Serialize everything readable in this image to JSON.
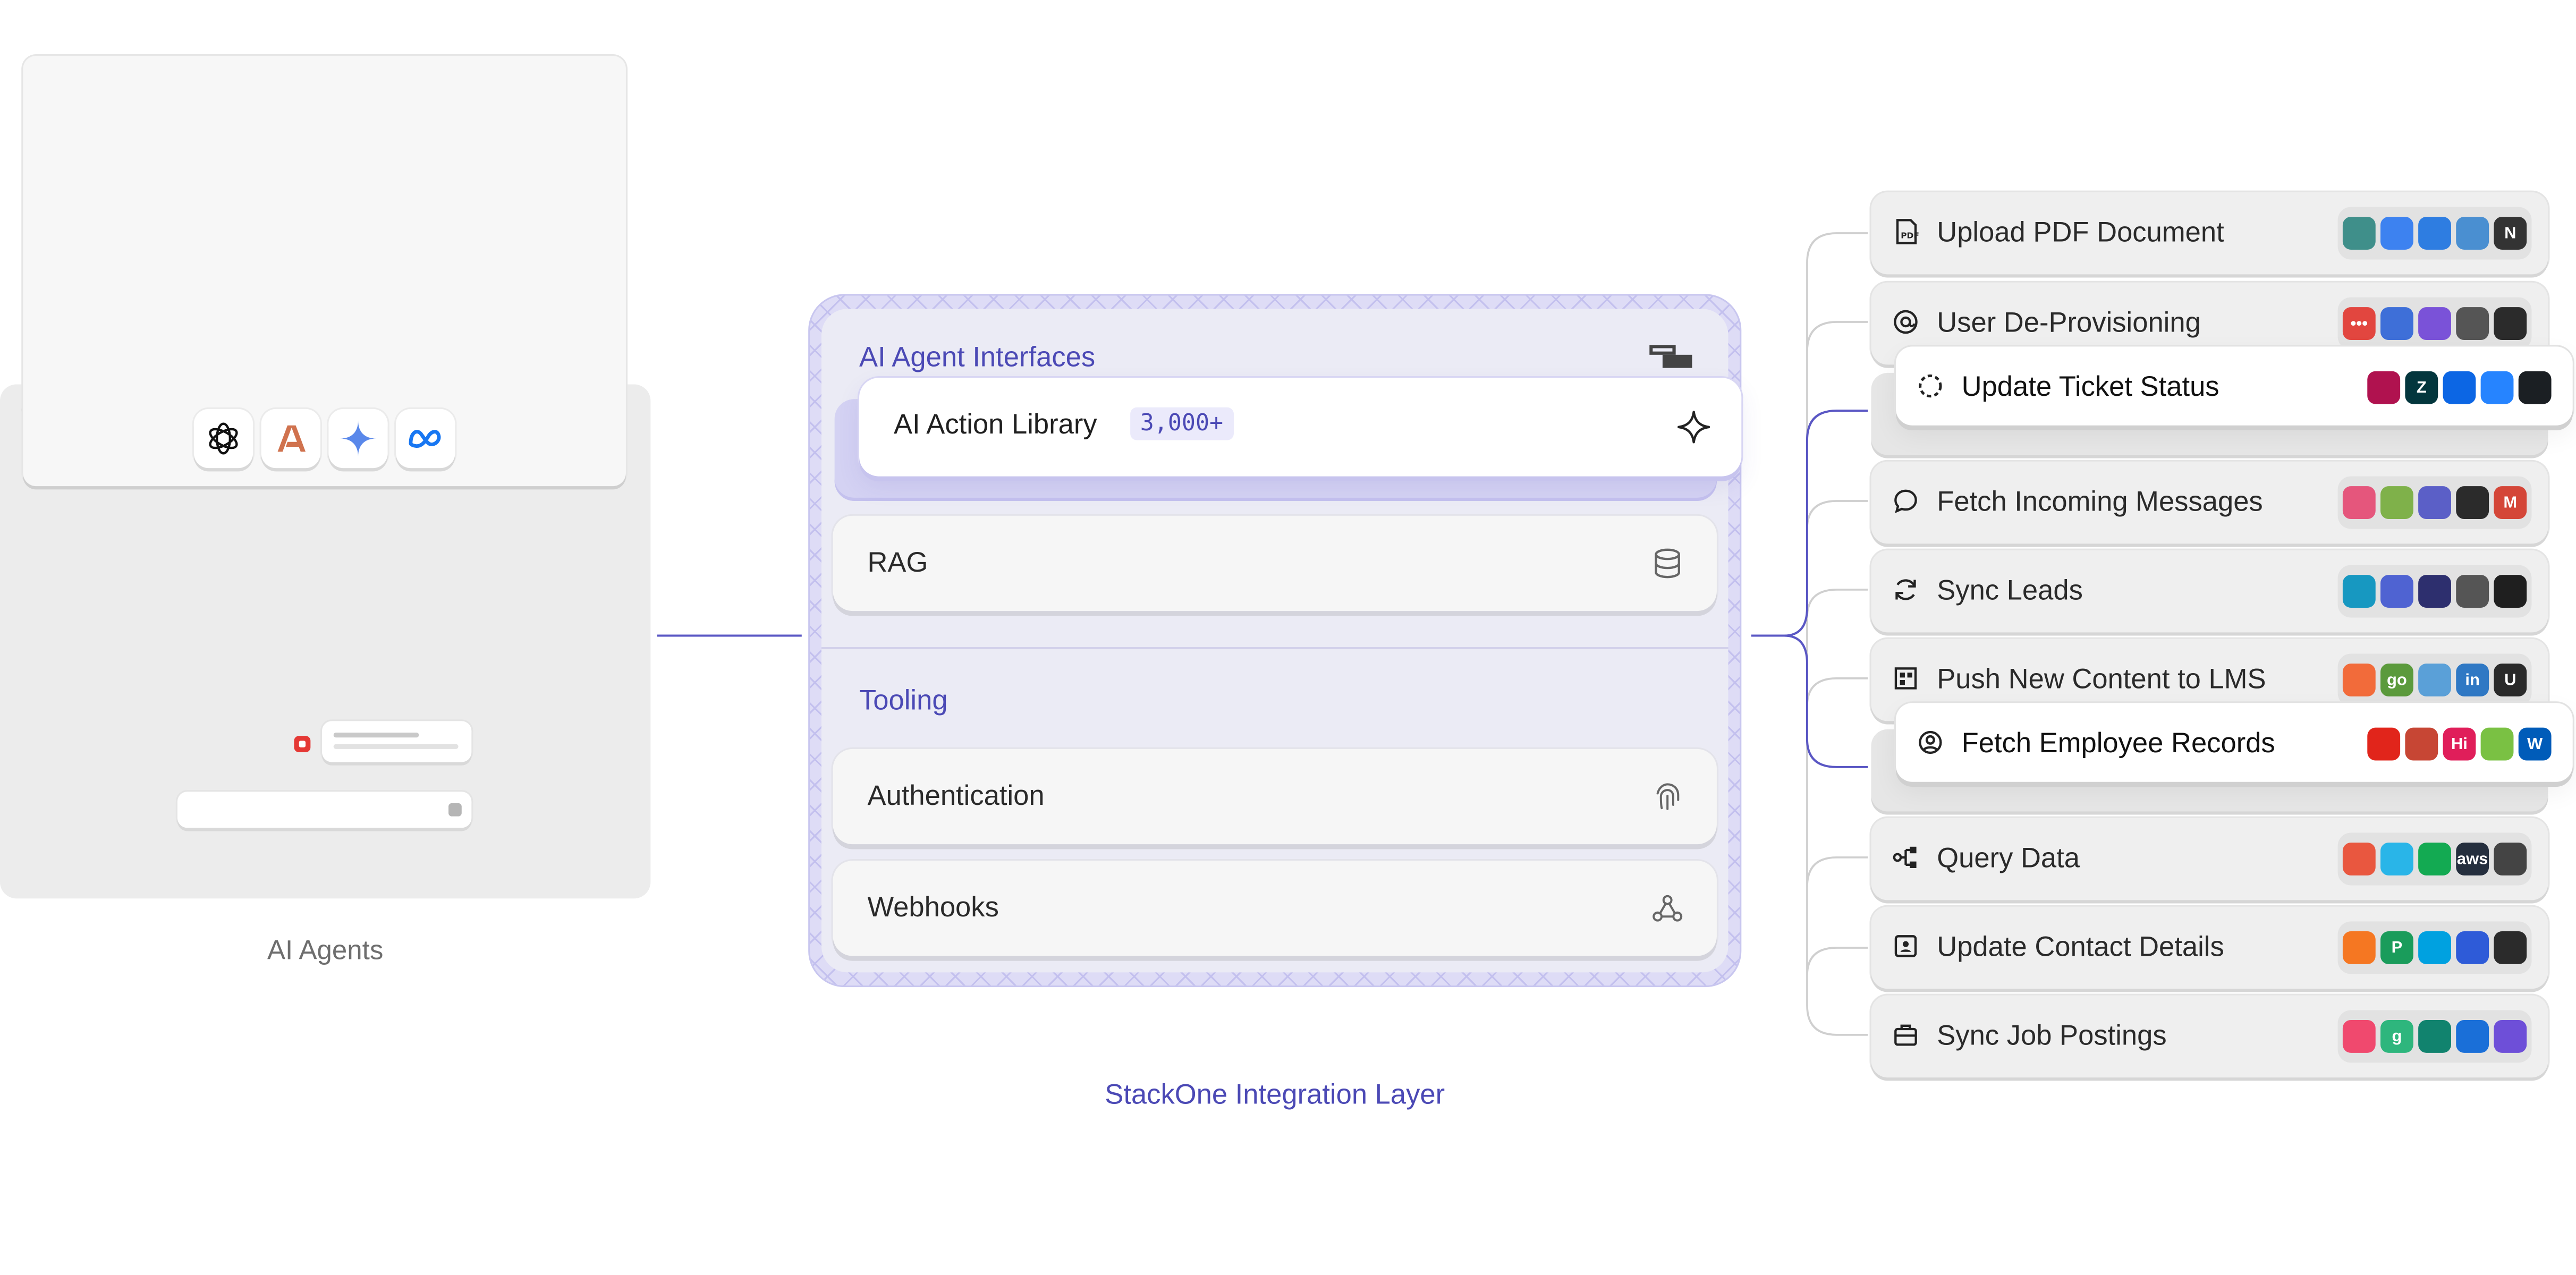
{
  "agents": {
    "caption": "AI Agents",
    "models": [
      {
        "icon": "openai-icon"
      },
      {
        "icon": "anthropic-icon"
      },
      {
        "icon": "gemini-icon"
      },
      {
        "icon": "meta-icon"
      }
    ]
  },
  "layer": {
    "caption": "StackOne Integration Layer",
    "interfaces_title": "AI Agent Interfaces",
    "library_label": "AI Action Library",
    "library_badge": "3,000+",
    "rag_label": "RAG",
    "tooling_title": "Tooling",
    "auth_label": "Authentication",
    "webhooks_label": "Webhooks"
  },
  "actions": [
    {
      "label": "Upload PDF Document",
      "icon": "pdf-icon",
      "highlight": false,
      "logos": [
        {
          "c": "#3f8f8a",
          "t": ""
        },
        {
          "c": "#3d82f0",
          "t": ""
        },
        {
          "c": "#2e7de1",
          "t": ""
        },
        {
          "c": "#4a8fd1",
          "t": ""
        },
        {
          "c": "#333333",
          "t": "N"
        }
      ]
    },
    {
      "label": "User De-Provisioning",
      "icon": "user-at-icon",
      "highlight": false,
      "logos": [
        {
          "c": "#e2463f",
          "t": "•••"
        },
        {
          "c": "#3e6fd8",
          "t": ""
        },
        {
          "c": "#7a52d8",
          "t": ""
        },
        {
          "c": "#555555",
          "t": ""
        },
        {
          "c": "#2b2b2b",
          "t": ""
        }
      ]
    },
    {
      "label": "Update Ticket Status",
      "icon": "dashed-circle-icon",
      "highlight": true,
      "logos": [
        {
          "c": "#b0124f",
          "t": ""
        },
        {
          "c": "#03363d",
          "t": "Z"
        },
        {
          "c": "#0c66e4",
          "t": ""
        },
        {
          "c": "#2684ff",
          "t": ""
        },
        {
          "c": "#1b1f23",
          "t": ""
        }
      ]
    },
    {
      "label": "Fetch Incoming Messages",
      "icon": "chat-bubble-icon",
      "highlight": false,
      "logos": [
        {
          "c": "#e5567c",
          "t": ""
        },
        {
          "c": "#7fb14a",
          "t": ""
        },
        {
          "c": "#5b5fc7",
          "t": ""
        },
        {
          "c": "#2b2b2b",
          "t": ""
        },
        {
          "c": "#d44638",
          "t": "M"
        }
      ]
    },
    {
      "label": "Sync Leads",
      "icon": "refresh-icon",
      "highlight": false,
      "logos": [
        {
          "c": "#1798c1",
          "t": ""
        },
        {
          "c": "#4f63d2",
          "t": ""
        },
        {
          "c": "#2d2f6e",
          "t": ""
        },
        {
          "c": "#555555",
          "t": ""
        },
        {
          "c": "#1f1f1f",
          "t": ""
        }
      ]
    },
    {
      "label": "Push New Content to LMS",
      "icon": "layout-icon",
      "highlight": false,
      "logos": [
        {
          "c": "#f26b3a",
          "t": ""
        },
        {
          "c": "#5b9a3c",
          "t": "go"
        },
        {
          "c": "#5aa0d8",
          "t": ""
        },
        {
          "c": "#2f78c4",
          "t": "in"
        },
        {
          "c": "#2a2a2a",
          "t": "U"
        }
      ]
    },
    {
      "label": "Fetch Employee Records",
      "icon": "user-search-icon",
      "highlight": true,
      "logos": [
        {
          "c": "#e1251b",
          "t": ""
        },
        {
          "c": "#c74634",
          "t": ""
        },
        {
          "c": "#e01e5a",
          "t": "Hi"
        },
        {
          "c": "#7ac143",
          "t": ""
        },
        {
          "c": "#005cb9",
          "t": "W"
        }
      ]
    },
    {
      "label": "Query Data",
      "icon": "nodes-icon",
      "highlight": false,
      "logos": [
        {
          "c": "#e9573f",
          "t": ""
        },
        {
          "c": "#29b5e8",
          "t": ""
        },
        {
          "c": "#13aa52",
          "t": ""
        },
        {
          "c": "#252f3e",
          "t": "aws"
        },
        {
          "c": "#444444",
          "t": ""
        }
      ]
    },
    {
      "label": "Update Contact Details",
      "icon": "contact-card-icon",
      "highlight": false,
      "logos": [
        {
          "c": "#f57722",
          "t": ""
        },
        {
          "c": "#1a9c5b",
          "t": "P"
        },
        {
          "c": "#00a1e0",
          "t": ""
        },
        {
          "c": "#2e5bd8",
          "t": ""
        },
        {
          "c": "#2b2b2b",
          "t": ""
        }
      ]
    },
    {
      "label": "Sync Job Postings",
      "icon": "briefcase-icon",
      "highlight": false,
      "logos": [
        {
          "c": "#f0496e",
          "t": ""
        },
        {
          "c": "#2eb67d",
          "t": "g"
        },
        {
          "c": "#11836e",
          "t": ""
        },
        {
          "c": "#1a6fd8",
          "t": ""
        },
        {
          "c": "#6e4fd8",
          "t": ""
        }
      ]
    }
  ],
  "colors": {
    "accent": "#4b49b5",
    "layer_fill": "#dedcf6",
    "connector": "#5a57c4",
    "neutral_connector": "#cfcfcf"
  }
}
